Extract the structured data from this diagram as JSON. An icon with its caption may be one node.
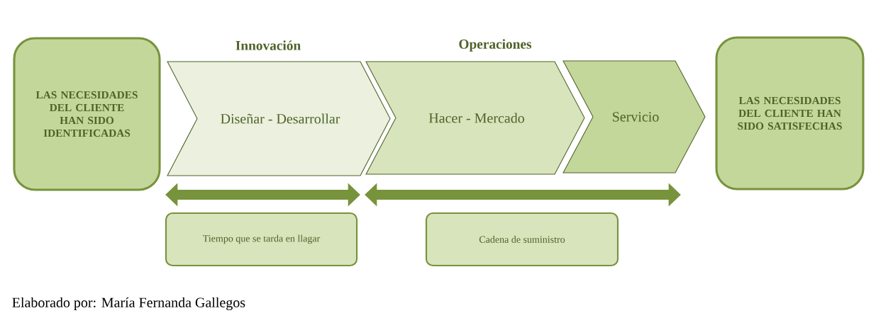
{
  "diagram": {
    "caption": "Elaborado por: María Fernanda Gallegos",
    "nodes": [
      {
        "text": [
          "LAS NECESIDADES DEL CLIENTE HAN SIDO IDENTIFICADAS"
        ]
      },
      {
        "text": [
          "Diseñar - Desarrollar"
        ]
      },
      {
        "text": [
          "Hacer - Mercado"
        ]
      },
      {
        "text": [
          "Servicio"
        ]
      },
      {
        "text": [
          "LAS NECESIDADES DEL CLIENTE HAN SIDO SATISFECHAS"
        ]
      },
      {
        "text": [
          "Tiempo que se tarda en llagar"
        ]
      },
      {
        "text": [
          "Cadena de suministro"
        ]
      }
    ],
    "labels": [
      "Innovación",
      "Operaciones"
    ]
  }
}
